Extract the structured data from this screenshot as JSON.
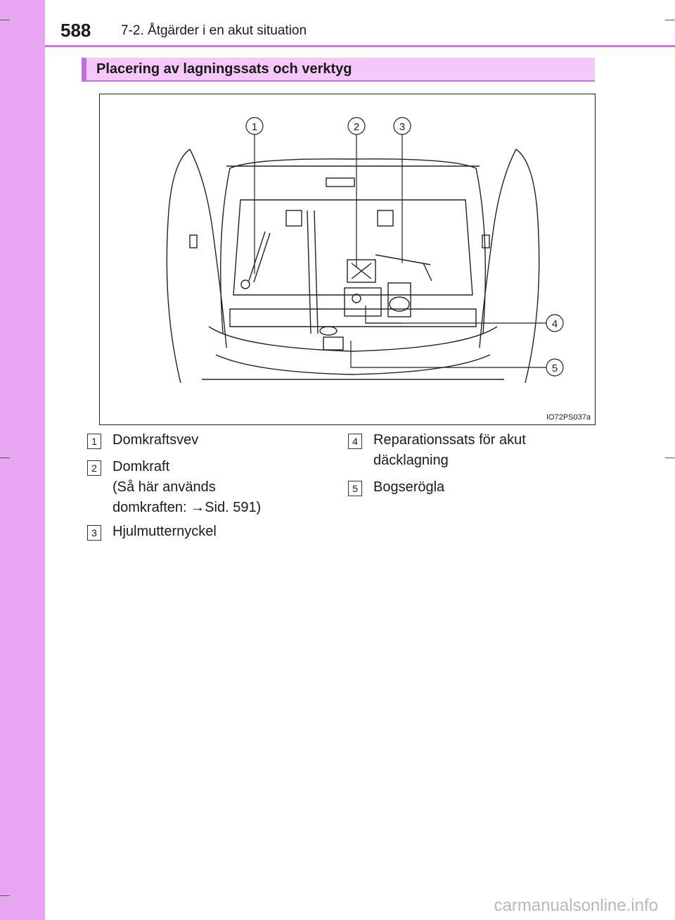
{
  "header": {
    "page_number": "588",
    "chapter": "7-2. Åtgärder i en akut situation"
  },
  "section": {
    "title": "Placering av lagningssats och verktyg"
  },
  "figure": {
    "code": "IO72PS037a",
    "callouts": [
      "1",
      "2",
      "3",
      "4",
      "5"
    ]
  },
  "items": [
    {
      "num": "1",
      "text": "Domkraftsvev"
    },
    {
      "num": "2",
      "line1": "Domkraft",
      "line2": "(Så här används",
      "line3_a": "domkraften: ",
      "arrow": "→",
      "line3_b": "Sid. 591)"
    },
    {
      "num": "3",
      "text": "Hjulmutternyckel"
    },
    {
      "num": "4",
      "line1": "Reparationssats för akut",
      "line2": "däcklagning"
    },
    {
      "num": "5",
      "text": "Bogserögla"
    }
  ],
  "watermark": "carmanualsonline.info"
}
